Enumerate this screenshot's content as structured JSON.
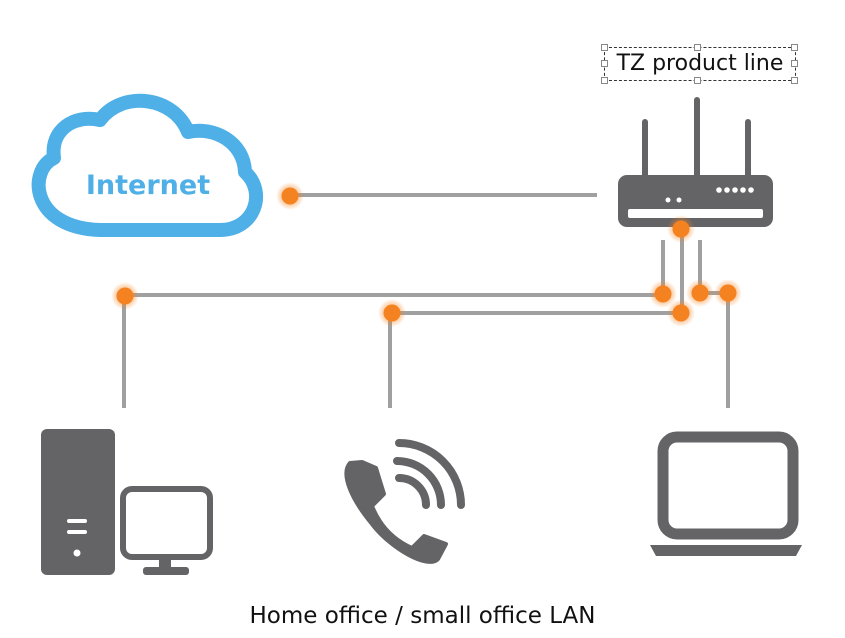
{
  "cloud": {
    "label": "Internet",
    "icon": "cloud-icon",
    "color": "#4eb0e6"
  },
  "router": {
    "label": "TZ product line",
    "icon": "router-icon"
  },
  "devices": [
    {
      "icon": "desktop-computer-icon"
    },
    {
      "icon": "voip-phone-icon"
    },
    {
      "icon": "laptop-icon"
    }
  ],
  "caption": "Home office / small office LAN",
  "colors": {
    "icon": "#646467",
    "link": "#a0a0a0",
    "node": "#f58220",
    "background": "#ffffff"
  }
}
